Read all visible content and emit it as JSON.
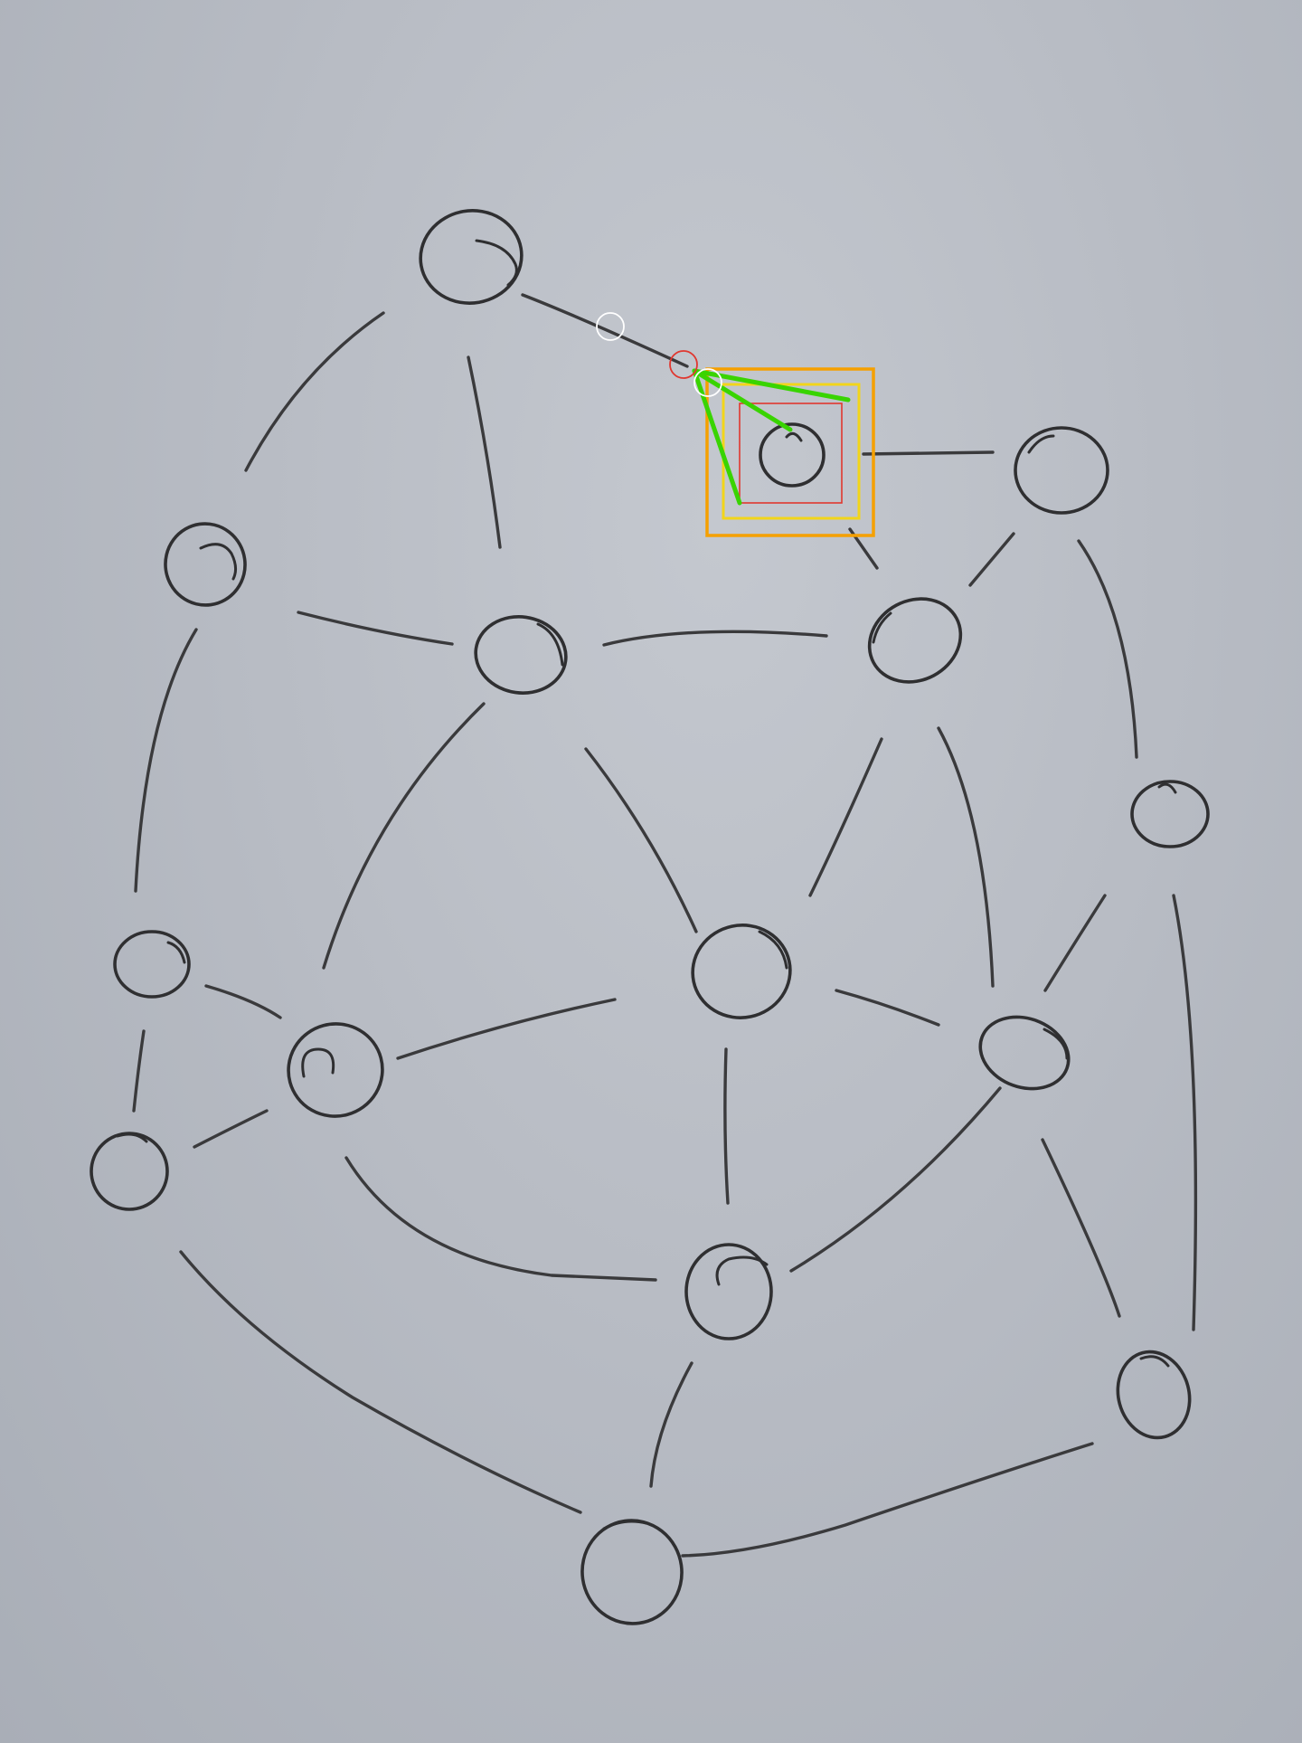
{
  "image": {
    "description_kind": "hand-drawn graph on paper with overlay annotations"
  },
  "diagram": {
    "nodes": [
      {
        "id": "n1"
      },
      {
        "id": "n2"
      },
      {
        "id": "n3"
      },
      {
        "id": "n4"
      },
      {
        "id": "n5"
      },
      {
        "id": "n6"
      },
      {
        "id": "n7"
      },
      {
        "id": "n8"
      },
      {
        "id": "n9"
      },
      {
        "id": "n10"
      },
      {
        "id": "n11"
      },
      {
        "id": "n12"
      },
      {
        "id": "n13"
      },
      {
        "id": "n14"
      },
      {
        "id": "n15"
      },
      {
        "id": "n16"
      },
      {
        "id": "n17"
      }
    ],
    "edges_count": 29
  },
  "overlay": {
    "colors": {
      "outer_box": "#f5a000",
      "inner_box": "#f2d51a",
      "red_box": "#e0372f",
      "green_lines": "#39d400",
      "red_circle": "#e0372f",
      "white_circles": "#ffffff"
    }
  }
}
